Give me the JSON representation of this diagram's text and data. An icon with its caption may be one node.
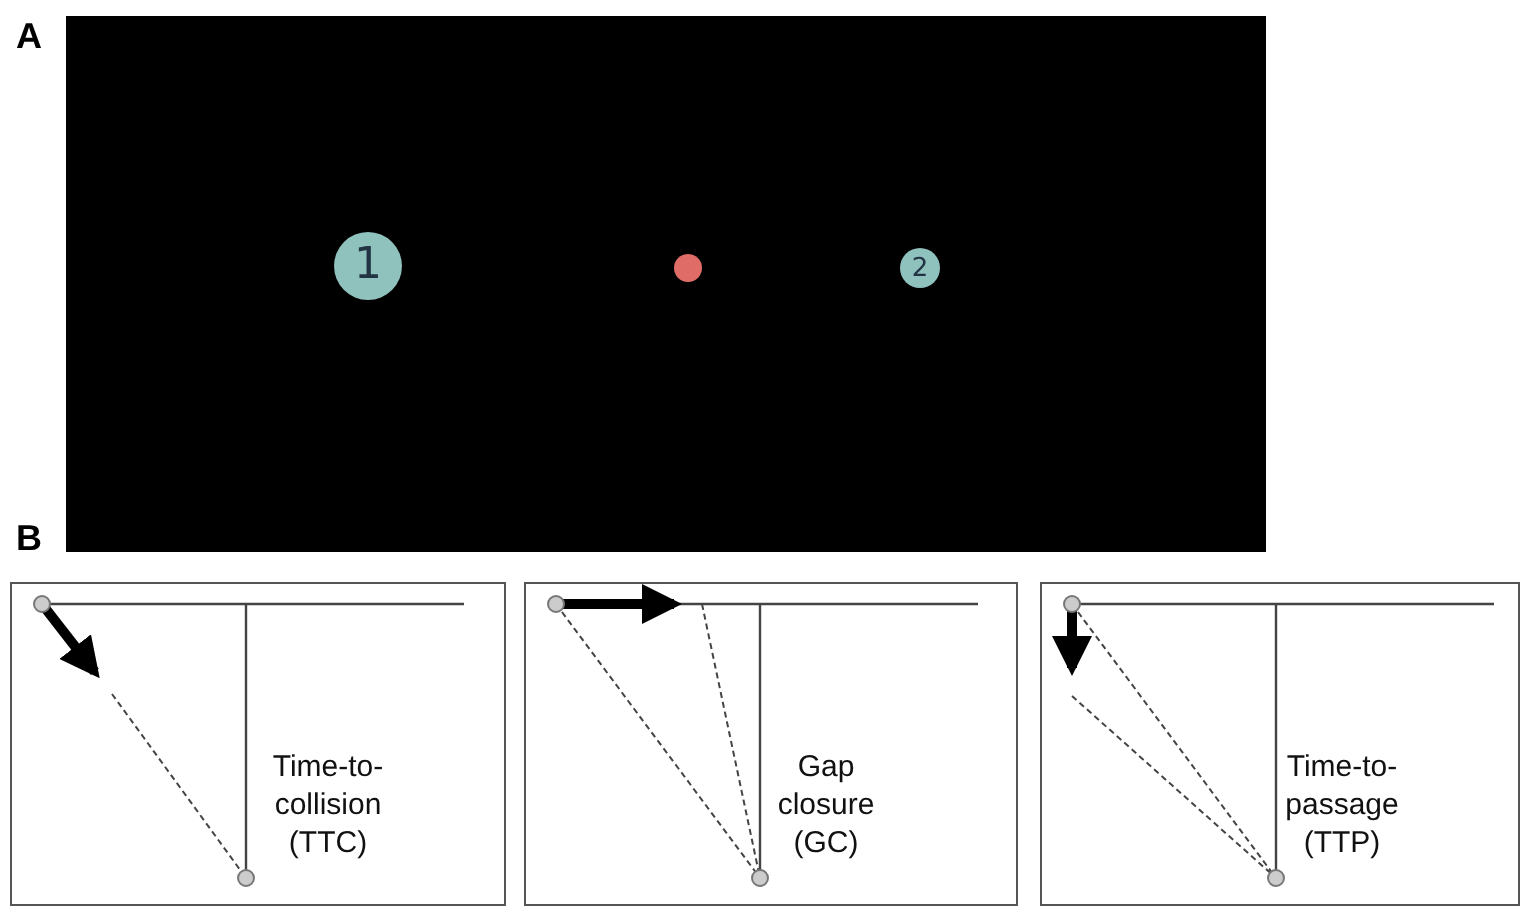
{
  "diagram": {
    "nodes": [
      {
        "text": [],
        "shape": "box"
      },
      {
        "text": [
          "1"
        ],
        "in": 0
      },
      {
        "text": [],
        "shape": "circle",
        "in": 0
      },
      {
        "text": [
          "2"
        ],
        "in": 0
      },
      {
        "text": [
          "Time-to-collision (TTC)"
        ]
      },
      {
        "text": [
          "Gap closure (GC)"
        ]
      },
      {
        "text": [
          "Time-to-passage (TTP)"
        ]
      }
    ],
    "labels": [
      "A",
      "B"
    ]
  }
}
